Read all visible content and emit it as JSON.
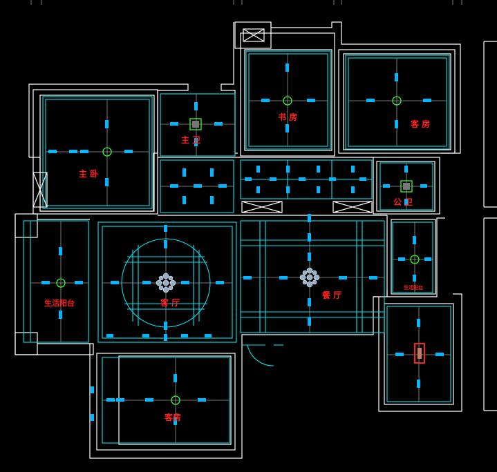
{
  "rooms": {
    "study": {
      "label": "书 房"
    },
    "guest_top": {
      "label": "客 房"
    },
    "master_bed": {
      "label": "主 卧"
    },
    "master_bath": {
      "label": "主 卫"
    },
    "public_bath": {
      "label": "公 卫"
    },
    "balcony": {
      "label": "生活阳台"
    },
    "living": {
      "label": "客 厅"
    },
    "dining": {
      "label": "餐 厅"
    },
    "small_room": {
      "label": "生活阳台"
    },
    "guest_bottom": {
      "label": "客房"
    }
  },
  "colors": {
    "background": "#000000",
    "wall": "#ffffff",
    "ceiling_line": "#00e5ee",
    "downlight": "#00b8ff",
    "fixture_ring": "#33ff33",
    "room_label": "#ff2020",
    "chandelier": "#9ab0c8"
  },
  "icons": [
    "downlight-icon",
    "ceiling-light-icon",
    "chandelier-icon",
    "exhaust-fan-icon",
    "door-swing-icon",
    "red-fixture-icon"
  ]
}
